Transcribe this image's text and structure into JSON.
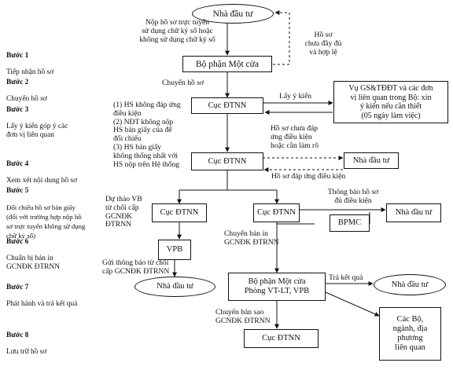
{
  "steps": [
    {
      "title": "Bước 1",
      "desc": "Tiếp nhận hồ sơ"
    },
    {
      "title": "Bước 2",
      "desc": "Chuyển hồ sơ"
    },
    {
      "title": "Bước 3",
      "desc": "Lấy ý kiến góp ý các\nđơn vị liên quan"
    },
    {
      "title": "Bước 4",
      "desc": "Xem xét nội dung hồ sơ"
    },
    {
      "title": "Bước 5",
      "desc": "Đối chiếu hồ sơ bản giấy\n(đối với trường hợp nộp hồ\nsơ trực tuyến không sử dụng\nchữ ký số)"
    },
    {
      "title": "Bước 6",
      "desc": "Chuẩn bị bản in\nGCNĐK ĐTRNN"
    },
    {
      "title": "Bước 7",
      "desc": "Phát hành và trả kết quả"
    },
    {
      "title": "Bước 8",
      "desc": "Lưu trữ hồ sơ"
    }
  ],
  "nodes": {
    "investor_top": "Nhà đầu tư",
    "one_stop": "Bộ phận Một cửa",
    "dept_1": "Cục ĐTNN",
    "ministries": "Vụ GS&TĐĐT và các đơn\nvị liên quan trong Bộ: xin\ný kiến nếu cần thiết\n(05 ngày làm việc)",
    "dept_2": "Cục ĐTNN",
    "investor_mid": "Nhà đầu tư",
    "dept_left": "Cục ĐTNN",
    "dept_right": "Cục ĐTNN",
    "bpmc": "BPMC",
    "investor_right": "Nhà đầu tư",
    "vpb": "VPB",
    "investor_bottom": "Nhà đầu tư",
    "one_stop_vt": "Bộ phận Một cửa\nPhòng VT-LT, VPB",
    "investor_final": "Nhà đầu tư",
    "ministries_local": "Các Bộ,\nngành, địa\nphương\nliên quan",
    "dept_archive": "Cục ĐTNN"
  },
  "labels": {
    "submit": "Nộp hồ sơ trực tuyến\nsử dụng chữ ký số hoặc\nkhông sử dụng chữ ký số",
    "incomplete": "Hồ sơ\nchưa đầy đủ\nvà hợp lệ",
    "transfer": "Chuyển hồ sơ",
    "get_opinion": "Lấy ý kiến",
    "conditions": "(1) HS không đáp ứng\nđiều kiện\n(2) NĐT không nộp\nHS bản giấy của để\nđối chiếu\n(3) HS bản giấy\nkhông thống nhất với\nHS nộp trên Hệ thống",
    "not_meet": "Hồ sơ chưa đáp\nứng điều kiện\nhoặc cần làm rõ",
    "meet": "Hồ sơ đáp ứng điều kiện",
    "draft_refuse": "Dự thảo VB\ntừ chối cấp\nGCNĐK\nĐTRNN",
    "notify": "Thông báo hồ sơ\nđủ điều kiện",
    "transfer_print": "Chuyển bản in\nGCNĐK ĐTRNN",
    "send_refuse": "Gửi thông báo từ chối\ncấp GCNĐK ĐTRNN",
    "return_result": "Trả kết quả",
    "transfer_copy": "Chuyển bản sao\nGCNĐK ĐTRNN"
  }
}
